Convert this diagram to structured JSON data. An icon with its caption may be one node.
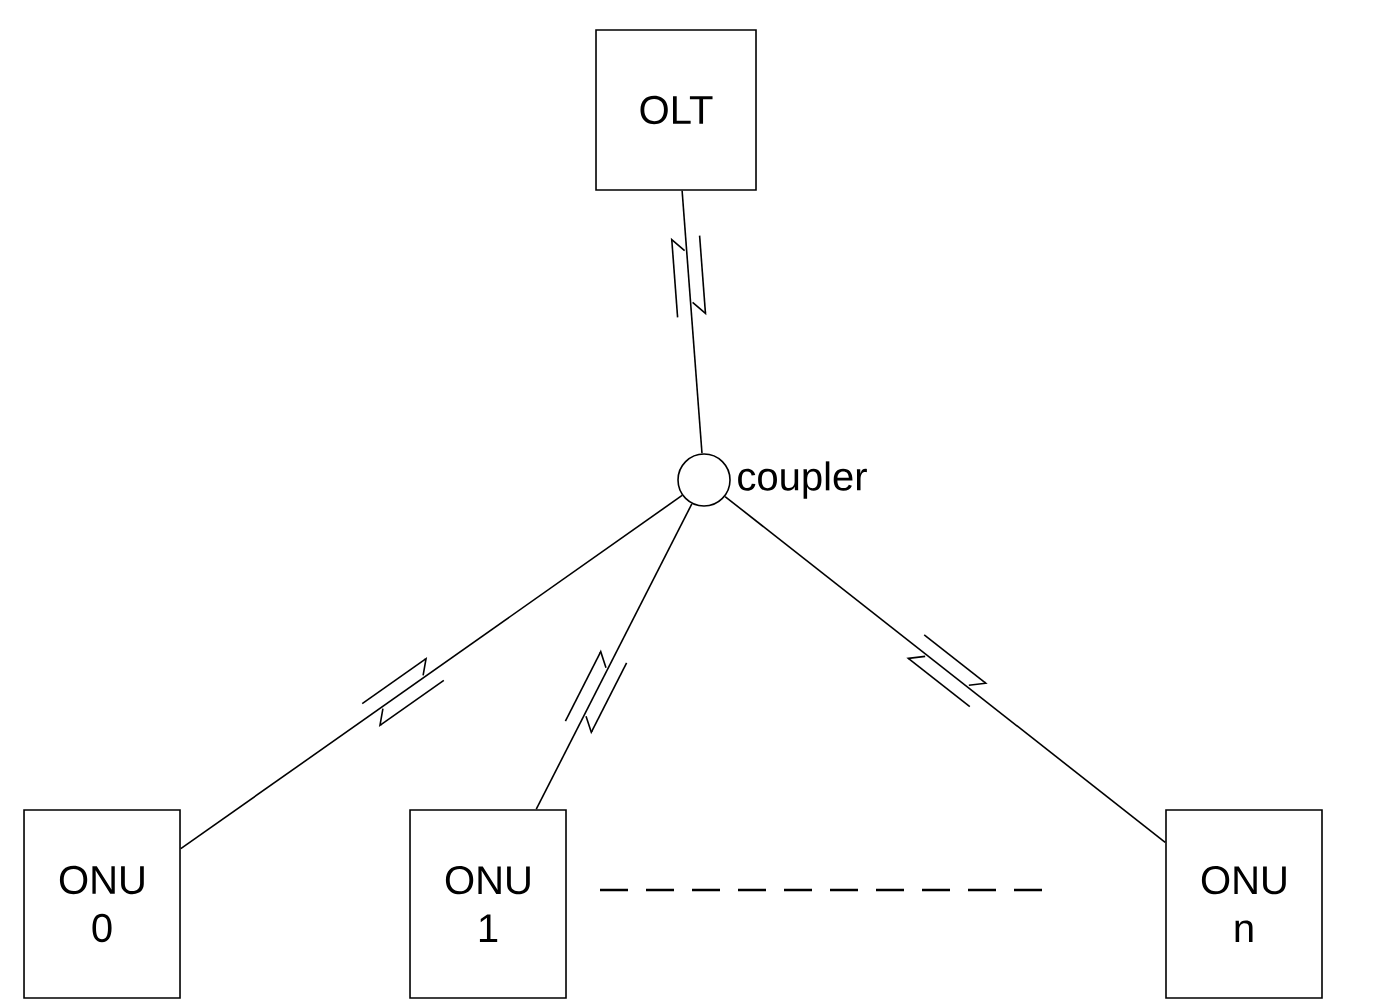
{
  "diagram": {
    "nodes": [
      {
        "text": [
          "OLT"
        ]
      },
      {
        "text": [],
        "shape": "circle",
        "beside": [
          "coupler"
        ]
      },
      {
        "text": [
          "ONU 0"
        ]
      },
      {
        "text": [
          "ONU 1"
        ]
      },
      {
        "text": [
          "ONU n"
        ]
      }
    ],
    "edges": [
      {
        "from": 0,
        "to": 1,
        "arrow": "none"
      },
      {
        "from": 1,
        "to": 2,
        "arrow": "none"
      },
      {
        "from": 1,
        "to": 3,
        "arrow": "none"
      },
      {
        "from": 1,
        "to": 4,
        "arrow": "none"
      }
    ]
  }
}
